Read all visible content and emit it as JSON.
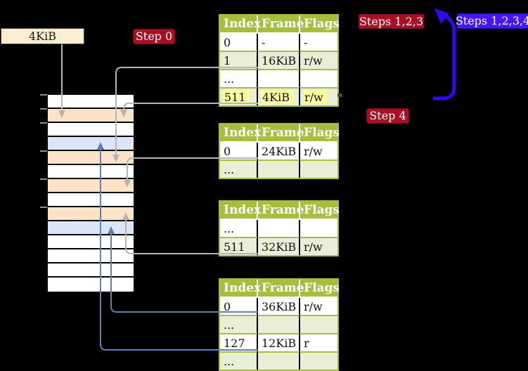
{
  "colors": {
    "header_green": "#a5be3d",
    "row_green": "#e9efd7",
    "peach": "#fce3c7",
    "frame_blue": "#dae6f6",
    "cream": "#fbeed0",
    "crimson": "#aa0e24",
    "label_blue": "#4617f2",
    "arrow_blue": "#2c0bf2",
    "line_gray": "#b5b5b5",
    "line_blue": "#637fb2",
    "highlight": "#ffff99"
  },
  "labels": {
    "frame_size": "4KiB",
    "step0": "Step 0",
    "steps123": "Steps 1,2,3",
    "steps1234": "Steps 1,2,3,4",
    "step4": "Step 4"
  },
  "memory_column": {
    "rows": [
      "white",
      "peach",
      "white",
      "blue",
      "peach",
      "white",
      "peach",
      "white",
      "peach",
      "blue",
      "white",
      "white",
      "white",
      "white"
    ]
  },
  "tables": [
    {
      "columns": [
        "Index",
        "Frame",
        "Flags"
      ],
      "rows": [
        {
          "cells": [
            "0",
            "-",
            "-"
          ],
          "shaded": false,
          "highlight": false
        },
        {
          "cells": [
            "1",
            "16KiB",
            "r/w"
          ],
          "shaded": true,
          "highlight": false
        },
        {
          "cells": [
            "...",
            "",
            ""
          ],
          "shaded": false,
          "highlight": false
        },
        {
          "cells": [
            "511",
            "4KiB",
            "r/w"
          ],
          "shaded": true,
          "highlight": true
        }
      ]
    },
    {
      "columns": [
        "Index",
        "Frame",
        "Flags"
      ],
      "rows": [
        {
          "cells": [
            "0",
            "24KiB",
            "r/w"
          ],
          "shaded": false,
          "highlight": false
        },
        {
          "cells": [
            "...",
            "",
            ""
          ],
          "shaded": true,
          "highlight": false
        }
      ]
    },
    {
      "columns": [
        "Index",
        "Frame",
        "Flags"
      ],
      "rows": [
        {
          "cells": [
            "...",
            "",
            ""
          ],
          "shaded": false,
          "highlight": false
        },
        {
          "cells": [
            "511",
            "32KiB",
            "r/w"
          ],
          "shaded": true,
          "highlight": false
        }
      ]
    },
    {
      "columns": [
        "Index",
        "Frame",
        "Flags"
      ],
      "rows": [
        {
          "cells": [
            "0",
            "36KiB",
            "r/w"
          ],
          "shaded": false,
          "highlight": false
        },
        {
          "cells": [
            "...",
            "",
            ""
          ],
          "shaded": true,
          "highlight": false
        },
        {
          "cells": [
            "127",
            "12KiB",
            "r"
          ],
          "shaded": false,
          "highlight": false
        },
        {
          "cells": [
            "...",
            "",
            ""
          ],
          "shaded": true,
          "highlight": false
        }
      ]
    }
  ]
}
